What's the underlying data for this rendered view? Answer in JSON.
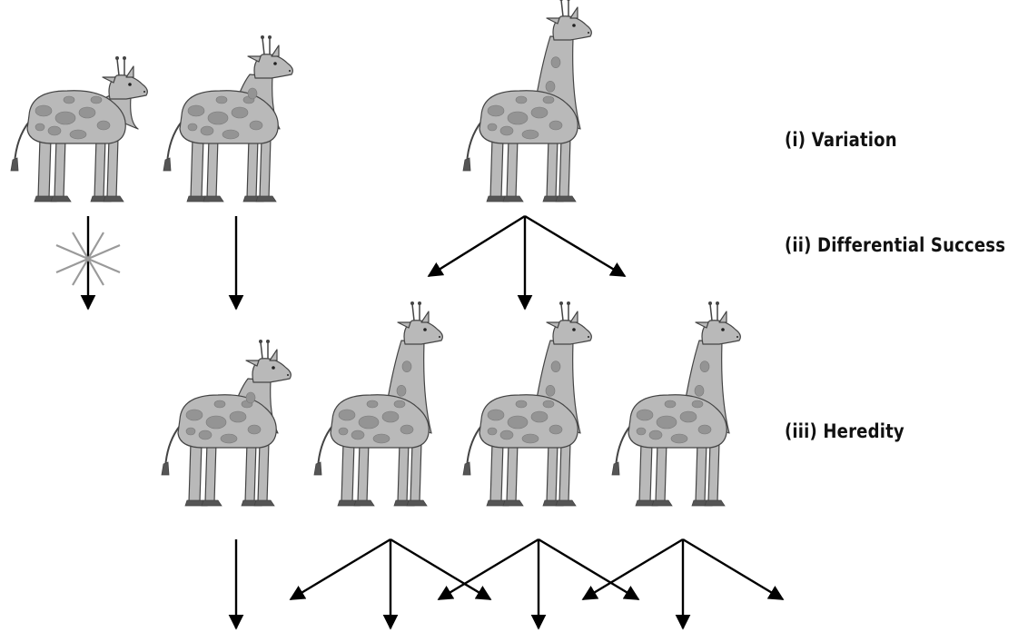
{
  "labels": {
    "variation": "(i) Variation",
    "differential_success": "(ii) Differential Success",
    "heredity": "(iii) Heredity"
  },
  "colors": {
    "body": "#b9b9b9",
    "spot": "#949494",
    "outline": "#444444",
    "hoof": "#555555",
    "arrow": "#000000",
    "cross": "#9a9a9a"
  },
  "rows": [
    {
      "stage": "parents",
      "giraffes": [
        {
          "neck": "short",
          "descendants": 0,
          "outcome": "no offspring"
        },
        {
          "neck": "medium",
          "descendants": 1
        },
        {
          "neck": "long",
          "descendants": 3
        }
      ]
    },
    {
      "stage": "offspring",
      "giraffes": [
        {
          "neck": "medium",
          "descendants": 1
        },
        {
          "neck": "long",
          "descendants": 3
        },
        {
          "neck": "long",
          "descendants": 3
        },
        {
          "neck": "long",
          "descendants": 3
        }
      ]
    }
  ]
}
